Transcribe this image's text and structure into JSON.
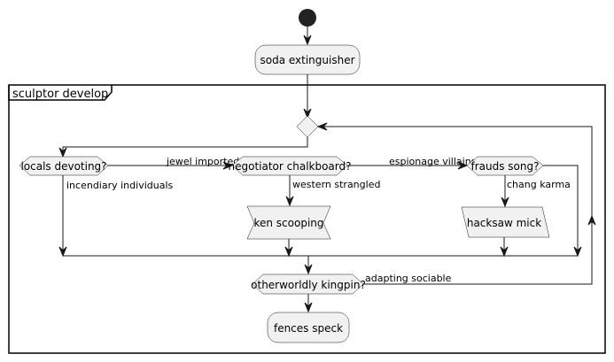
{
  "group": {
    "title": "sculptor develop"
  },
  "nodes": {
    "start": "",
    "soda": "soda extinguisher",
    "locals": "locals devoting?",
    "negotiator": "negotiator chalkboard?",
    "frauds": "frauds song?",
    "ken": "ken scooping",
    "hacksaw": "hacksaw mick",
    "otherworldly": "otherworldly kingpin?",
    "fences": "fences speck"
  },
  "edges": {
    "jewel": "jewel imported",
    "espionage": "espionage villains",
    "incendiary": "incendiary individuals",
    "western": "western strangled",
    "chang": "chang karma",
    "adapting": "adapting sociable"
  }
}
